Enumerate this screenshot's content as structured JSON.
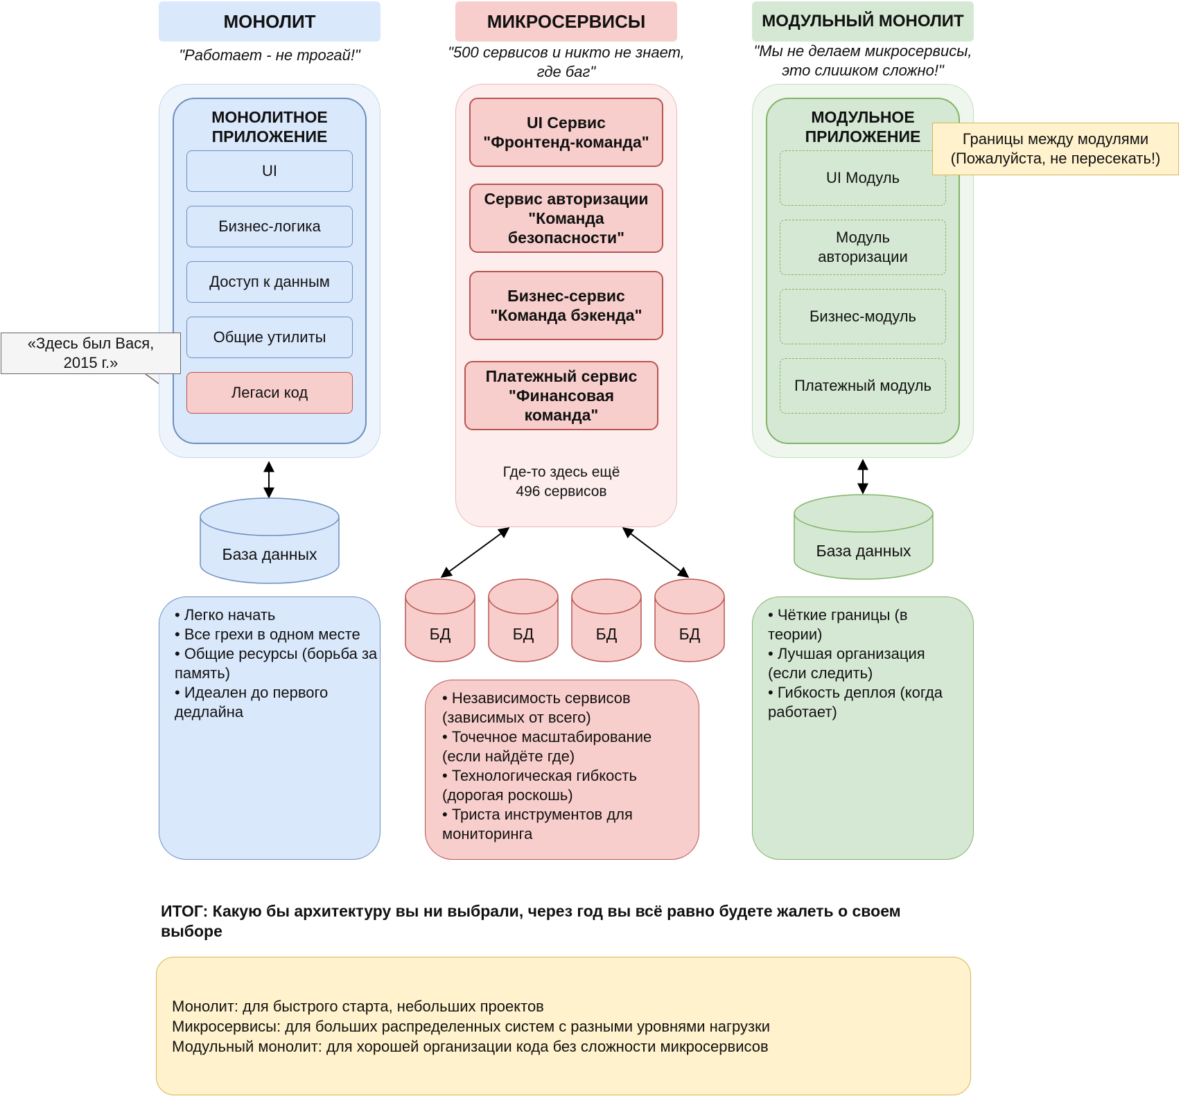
{
  "columns": {
    "monolith": {
      "title": "МОНОЛИТ",
      "quote": "\"Работает - не трогай!\"",
      "app_title": "МОНОЛИТНОЕ\nПРИЛОЖЕНИЕ",
      "layers": [
        "UI",
        "Бизнес-логика",
        "Доступ к данным",
        "Общие утилиты",
        "Легаси код"
      ],
      "callout": "«Здесь был Вася,\n2015 г.»",
      "database": "База данных",
      "bullets": "• Легко начать\n• Все грехи в одном месте\n• Общие ресурсы (борьба за память)\n• Идеален до первого дедлайна"
    },
    "microservices": {
      "title": "МИКРОСЕРВИСЫ",
      "quote": "\"500 сервисов и никто не знает,\nгде баг\"",
      "services": [
        "UI Сервис\n\"Фронтенд-команда\"",
        "Сервис авторизации\n\"Команда\nбезопасности\"",
        "Бизнес-сервис\n\"Команда бэкенда\"",
        "Платежный сервис\n\"Финансовая\nкоманда\""
      ],
      "cloud": "Где-то здесь ещё\n496 сервисов",
      "databases": [
        "БД",
        "БД",
        "БД",
        "БД"
      ],
      "bullets": "• Независимость сервисов (зависимых от всего)\n• Точечное масштабирование (если найдёте где)\n• Технологическая гибкость (дорогая роскошь)\n• Триста инструментов для мониторинга"
    },
    "modular": {
      "title": "МОДУЛЬНЫЙ МОНОЛИТ",
      "quote": "\"Мы не делаем микросервисы,\nэто слишком сложно!\"",
      "app_title": "МОДУЛЬНОЕ\nПРИЛОЖЕНИЕ",
      "modules": [
        "UI Модуль",
        "Модуль\nавторизации",
        "Бизнес-модуль",
        "Платежный модуль"
      ],
      "callout": "Границы между модулями\n(Пожалуйста, не пересекать!)",
      "database": "База данных",
      "bullets": "• Чёткие границы (в теории)\n• Лучшая организация (если следить)\n• Гибкость деплоя (когда работает)"
    }
  },
  "summary": {
    "title": "ИТОГ: Какую бы архитектуру вы ни выбрали, через год вы всё равно будете жалеть о своем выборе",
    "lines": [
      "Монолит: для быстрого старта, небольших проектов",
      "Микросервисы: для больших распределенных систем с разными уровнями нагрузки",
      "Модульный монолит: для хорошей организации кода без сложности микросервисов"
    ]
  },
  "colors": {
    "blue_fill": "#dae8fc",
    "blue_stroke": "#6c8ebf",
    "red_fill": "#f8cecc",
    "red_stroke": "#b85450",
    "green_fill": "#d5e8d4",
    "green_stroke": "#82b366",
    "yellow_fill": "#fff2cc",
    "yellow_stroke": "#d6b656"
  }
}
